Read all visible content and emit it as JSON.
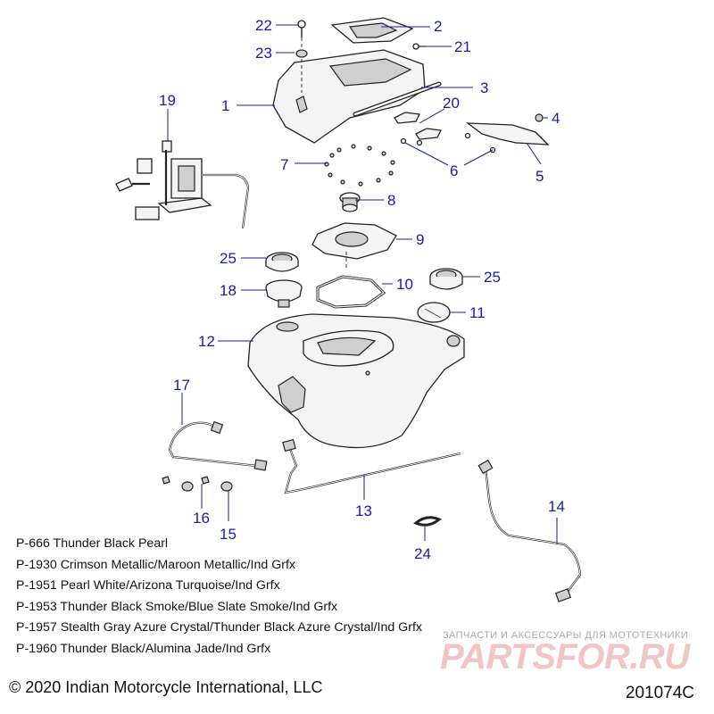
{
  "callouts": [
    "1",
    "2",
    "3",
    "4",
    "5",
    "6",
    "7",
    "8",
    "9",
    "10",
    "11",
    "12",
    "14",
    "15",
    "16",
    "17",
    "18",
    "19",
    "20",
    "21",
    "22",
    "23",
    "24",
    "25",
    "13"
  ],
  "callout_labels": {
    "c1": "1",
    "c2": "2",
    "c3": "3",
    "c4": "4",
    "c5": "5",
    "c6": "6",
    "c7": "7",
    "c8": "8",
    "c9": "9",
    "c10": "10",
    "c11": "11",
    "c12": "12",
    "c13": "13",
    "c14": "14",
    "c15": "15",
    "c16": "16",
    "c17": "17",
    "c18": "18",
    "c19": "19",
    "c20": "20",
    "c21": "21",
    "c22": "22",
    "c23": "23",
    "c24": "24",
    "c25a": "25",
    "c25b": "25"
  },
  "paint_codes": [
    "P-666 Thunder Black Pearl",
    "P-1930 Crimson Metallic/Maroon Metallic/Ind Grfx",
    "P-1951 Pearl White/Arizona Turquoise/Ind Grfx",
    "P-1953 Thunder Black Smoke/Blue Slate Smoke/Ind Grfx",
    "P-1957 Stealth Gray Azure Crystal/Thunder Black Azure Crystal/Ind Grfx",
    "P-1960 Thunder Black/Alumina Jade/Ind Grfx"
  ],
  "copyright": "© 2020 Indian Motorcycle International, LLC",
  "diagram_id": "201074C",
  "watermark": {
    "tagline": "ЗАПЧАСТИ И АКСЕССУАРЫ ДЛЯ МОТОТЕХНИКИ",
    "brand": "PARTSFOR.RU"
  },
  "colors": {
    "callout": "#1a1aa8",
    "watermark_brand": "#f3c4c4"
  }
}
